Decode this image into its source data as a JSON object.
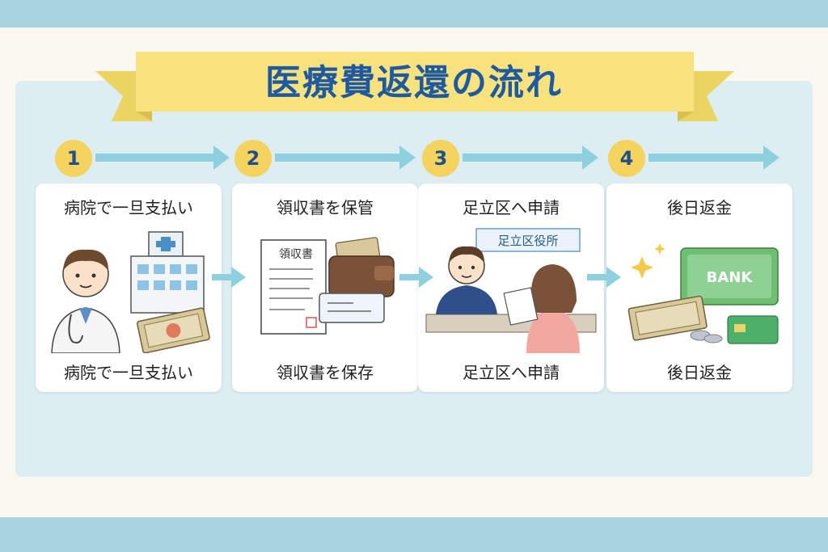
{
  "title": "医療費返還の流れ",
  "steps": [
    {
      "number": "1",
      "top_label": "病院で一旦支払い",
      "bottom_label": "病院で一旦支払い",
      "icon": "doctor-hospital-money-icon"
    },
    {
      "number": "2",
      "top_label": "領収書を保管",
      "bottom_label": "領収書を保存",
      "icon": "receipt-wallet-icon",
      "receipt_heading": "領収書"
    },
    {
      "number": "3",
      "top_label": "足立区へ申請",
      "bottom_label": "足立区へ申請",
      "icon": "ward-office-counter-icon",
      "office_sign": "足立区役所"
    },
    {
      "number": "4",
      "top_label": "後日返金",
      "bottom_label": "後日返金",
      "icon": "bank-refund-icon",
      "bank_sign": "BANK"
    }
  ],
  "colors": {
    "band": "#a8d4df",
    "panel": "#ddeef3",
    "ribbon": "#f7e27e",
    "title": "#1f5aa0",
    "number_badge": "#f4d35e",
    "arrow": "#8fd0de"
  }
}
